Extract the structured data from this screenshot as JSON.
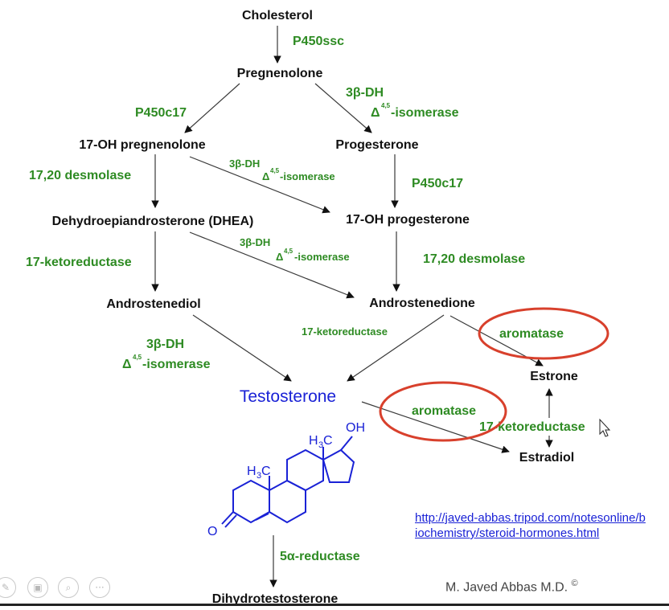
{
  "nodes": {
    "cholesterol": "Cholesterol",
    "pregnenolone": "Pregnenolone",
    "oh17_pregnenolone": "17-OH pregnenolone",
    "progesterone": "Progesterone",
    "dhea": "Dehydroepiandrosterone (DHEA)",
    "oh17_progesterone": "17-OH progesterone",
    "androstenediol": "Androstenediol",
    "androstenedione": "Androstenedione",
    "testosterone": "Testosterone",
    "estrone": "Estrone",
    "estradiol": "Estradiol",
    "dihydrotestosterone": "Dihydrotestosterone"
  },
  "enzymes": {
    "p450ssc": "P450ssc",
    "p450c17_left": "P450c17",
    "p450c17_right": "P450c17",
    "dh3b": "3β-DH",
    "isomerase_delta": "Δ",
    "isomerase_sup": "4,5",
    "isomerase_text": "-isomerase",
    "desmolase_left": "17,20 desmolase",
    "desmolase_right": "17,20 desmolase",
    "ketoreductase_left": "17-ketoreductase",
    "ketoreductase_mid": "17-ketoreductase",
    "ketoreductase_right": "17-ketoreductase",
    "aromatase_top": "aromatase",
    "aromatase_bottom": "aromatase",
    "reductase_5a": "5α-reductase"
  },
  "molecule": {
    "oh": "OH",
    "h3c": "H",
    "h3c_sub": "3",
    "h3c_c": "C",
    "o": "O"
  },
  "footer": {
    "url": "http://javed-abbas.tripod.com/notesonline/biochemistry/steroid-hormones.html",
    "author": "M. Javed Abbas M.D.",
    "author_mark": "©"
  },
  "colors": {
    "enzyme": "#2e8b23",
    "testosterone": "#1a22d6",
    "highlight_circle": "#d8402c"
  },
  "controls": [
    "pen-icon",
    "slides-icon",
    "zoom-icon",
    "more-icon"
  ]
}
